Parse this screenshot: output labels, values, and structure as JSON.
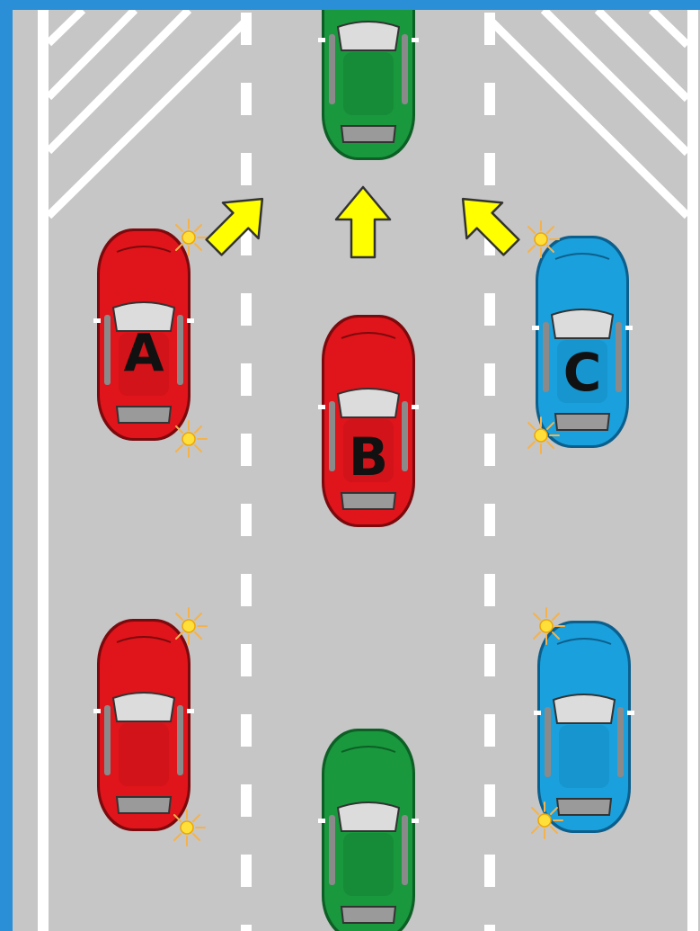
{
  "colors": {
    "frame": "#2a8fd6",
    "road": "#c6c6c6",
    "marking": "#ffffff",
    "arrow_fill": "#ffff00",
    "arrow_stroke": "#333333",
    "indicator": "#ffe03a",
    "car_red": "#e0141b",
    "car_blue": "#1aa0dc",
    "car_green": "#19983e"
  },
  "cars": [
    {
      "id": "A",
      "label": "A",
      "color": "red",
      "lane": "left",
      "indicator": "right-flashing"
    },
    {
      "id": "B",
      "label": "B",
      "color": "red",
      "lane": "center",
      "indicator": "none"
    },
    {
      "id": "C",
      "label": "C",
      "color": "blue",
      "lane": "right",
      "indicator": "left-flashing"
    },
    {
      "id": "rear-left",
      "label": "",
      "color": "red",
      "lane": "left",
      "indicator": "right-flashing"
    },
    {
      "id": "rear-right",
      "label": "",
      "color": "blue",
      "lane": "right",
      "indicator": "left-flashing"
    },
    {
      "id": "front-center",
      "label": "",
      "color": "green",
      "lane": "center",
      "indicator": "none"
    },
    {
      "id": "rear-center",
      "label": "",
      "color": "green",
      "lane": "center",
      "indicator": "none"
    }
  ],
  "arrows": [
    {
      "id": "arrow-left",
      "direction": "up-right"
    },
    {
      "id": "arrow-center",
      "direction": "up"
    },
    {
      "id": "arrow-right",
      "direction": "up-left"
    }
  ]
}
